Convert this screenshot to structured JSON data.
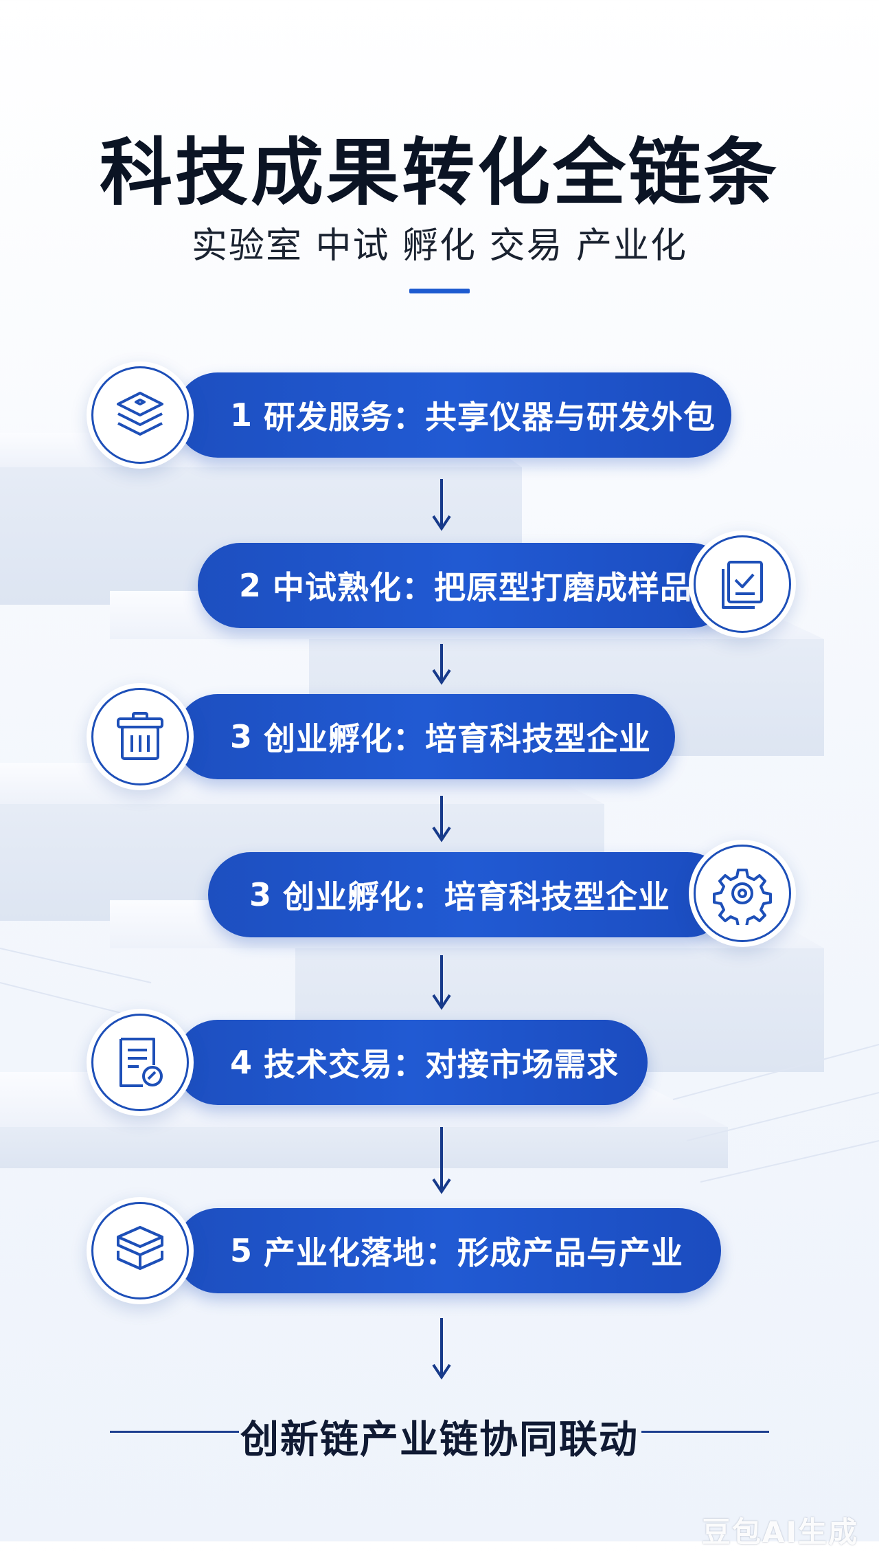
{
  "header": {
    "title": "科技成果转化全链条",
    "subtitle": "实验室 中试 孵化 交易 产业化"
  },
  "steps": [
    {
      "number": "1",
      "label": "研发服务：共享仪器与研发外包",
      "icon": "layers-icon"
    },
    {
      "number": "2",
      "label": "中试熟化：把原型打磨成样品",
      "icon": "document-check-icon"
    },
    {
      "number": "3",
      "label": "创业孵化：培育科技型企业",
      "icon": "trash-bin-icon"
    },
    {
      "number": "3",
      "label": "创业孵化：培育科技型企业",
      "icon": "gear-icon"
    },
    {
      "number": "4",
      "label": "技术交易：对接市场需求",
      "icon": "certificate-icon"
    },
    {
      "number": "5",
      "label": "产业化落地：形成产品与产业",
      "icon": "stack-box-icon"
    }
  ],
  "footer": {
    "text": "创新链产业链协同联动"
  },
  "watermark": "豆包AI生成",
  "colors": {
    "accent": "#1e5bd0",
    "pill": "#1f54c8",
    "icon_stroke": "#1d4fb8",
    "arrow": "#173a8a"
  }
}
